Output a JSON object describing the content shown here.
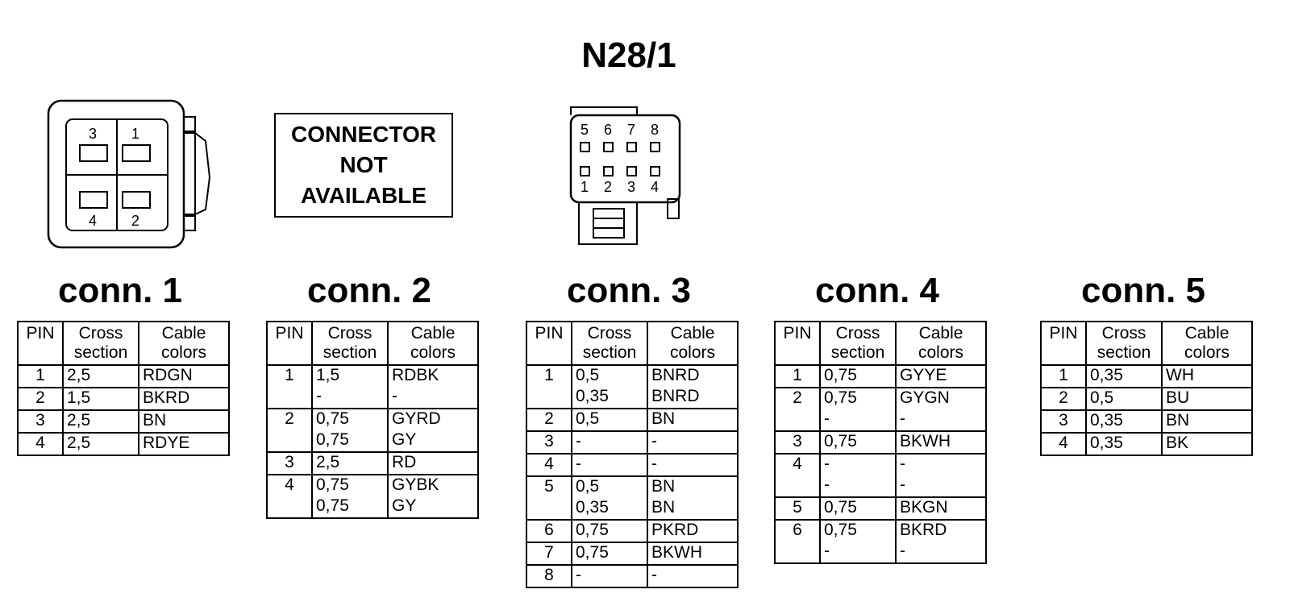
{
  "title": "N28/1",
  "not_available": [
    "CONNECTOR",
    "NOT",
    "AVAILABLE"
  ],
  "connector1_pins": [
    "3",
    "1",
    "4",
    "2"
  ],
  "connector3_pins_top": [
    "5",
    "6",
    "7",
    "8"
  ],
  "connector3_pins_bottom": [
    "1",
    "2",
    "3",
    "4"
  ],
  "headers": {
    "pin": "PIN",
    "cross": [
      "Cross",
      "section"
    ],
    "colors": [
      "Cable",
      "colors"
    ]
  },
  "connectors": [
    {
      "title": "conn. 1",
      "rows": [
        {
          "pin": "1",
          "cross": [
            "2,5"
          ],
          "colors": [
            "RDGN"
          ]
        },
        {
          "pin": "2",
          "cross": [
            "1,5"
          ],
          "colors": [
            "BKRD"
          ]
        },
        {
          "pin": "3",
          "cross": [
            "2,5"
          ],
          "colors": [
            "BN"
          ]
        },
        {
          "pin": "4",
          "cross": [
            "2,5"
          ],
          "colors": [
            "RDYE"
          ]
        }
      ]
    },
    {
      "title": "conn. 2",
      "rows": [
        {
          "pin": "1",
          "cross": [
            "1,5",
            "-"
          ],
          "colors": [
            "RDBK",
            "-"
          ]
        },
        {
          "pin": "2",
          "cross": [
            "0,75",
            "0,75"
          ],
          "colors": [
            "GYRD",
            "GY"
          ]
        },
        {
          "pin": "3",
          "cross": [
            "2,5"
          ],
          "colors": [
            "RD"
          ]
        },
        {
          "pin": "4",
          "cross": [
            "0,75",
            "0,75"
          ],
          "colors": [
            "GYBK",
            "GY"
          ]
        }
      ]
    },
    {
      "title": "conn. 3",
      "rows": [
        {
          "pin": "1",
          "cross": [
            "0,5",
            "0,35"
          ],
          "colors": [
            "BNRD",
            "BNRD"
          ]
        },
        {
          "pin": "2",
          "cross": [
            "0,5"
          ],
          "colors": [
            "BN"
          ]
        },
        {
          "pin": "3",
          "cross": [
            "-"
          ],
          "colors": [
            "-"
          ]
        },
        {
          "pin": "4",
          "cross": [
            "-"
          ],
          "colors": [
            "-"
          ]
        },
        {
          "pin": "5",
          "cross": [
            "0,5",
            "0,35"
          ],
          "colors": [
            "BN",
            "BN"
          ]
        },
        {
          "pin": "6",
          "cross": [
            "0,75"
          ],
          "colors": [
            "PKRD"
          ]
        },
        {
          "pin": "7",
          "cross": [
            "0,75"
          ],
          "colors": [
            "BKWH"
          ]
        },
        {
          "pin": "8",
          "cross": [
            "-"
          ],
          "colors": [
            "-"
          ]
        }
      ]
    },
    {
      "title": "conn. 4",
      "rows": [
        {
          "pin": "1",
          "cross": [
            "0,75"
          ],
          "colors": [
            "GYYE"
          ]
        },
        {
          "pin": "2",
          "cross": [
            "0,75",
            "-"
          ],
          "colors": [
            "GYGN",
            "-"
          ]
        },
        {
          "pin": "3",
          "cross": [
            "0,75"
          ],
          "colors": [
            "BKWH"
          ]
        },
        {
          "pin": "4",
          "cross": [
            "-",
            "-"
          ],
          "colors": [
            "-",
            "-"
          ]
        },
        {
          "pin": "5",
          "cross": [
            "0,75"
          ],
          "colors": [
            "BKGN"
          ]
        },
        {
          "pin": "6",
          "cross": [
            "0,75",
            "-"
          ],
          "colors": [
            "BKRD",
            "-"
          ]
        }
      ]
    },
    {
      "title": "conn. 5",
      "rows": [
        {
          "pin": "1",
          "cross": [
            "0,35"
          ],
          "colors": [
            "WH"
          ]
        },
        {
          "pin": "2",
          "cross": [
            "0,5"
          ],
          "colors": [
            "BU"
          ]
        },
        {
          "pin": "3",
          "cross": [
            "0,35"
          ],
          "colors": [
            "BN"
          ]
        },
        {
          "pin": "4",
          "cross": [
            "0,35"
          ],
          "colors": [
            "BK"
          ]
        }
      ]
    }
  ]
}
